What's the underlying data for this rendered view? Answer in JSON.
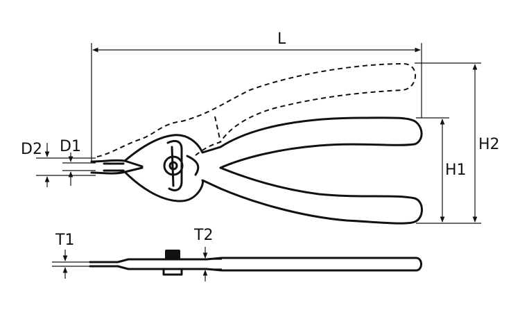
{
  "labels": {
    "L": "L",
    "H1": "H1",
    "H2": "H2",
    "D1": "D1",
    "D2": "D2",
    "T1": "T1",
    "T2": "T2"
  },
  "colors": {
    "ink": "#111111",
    "background": "#ffffff"
  }
}
